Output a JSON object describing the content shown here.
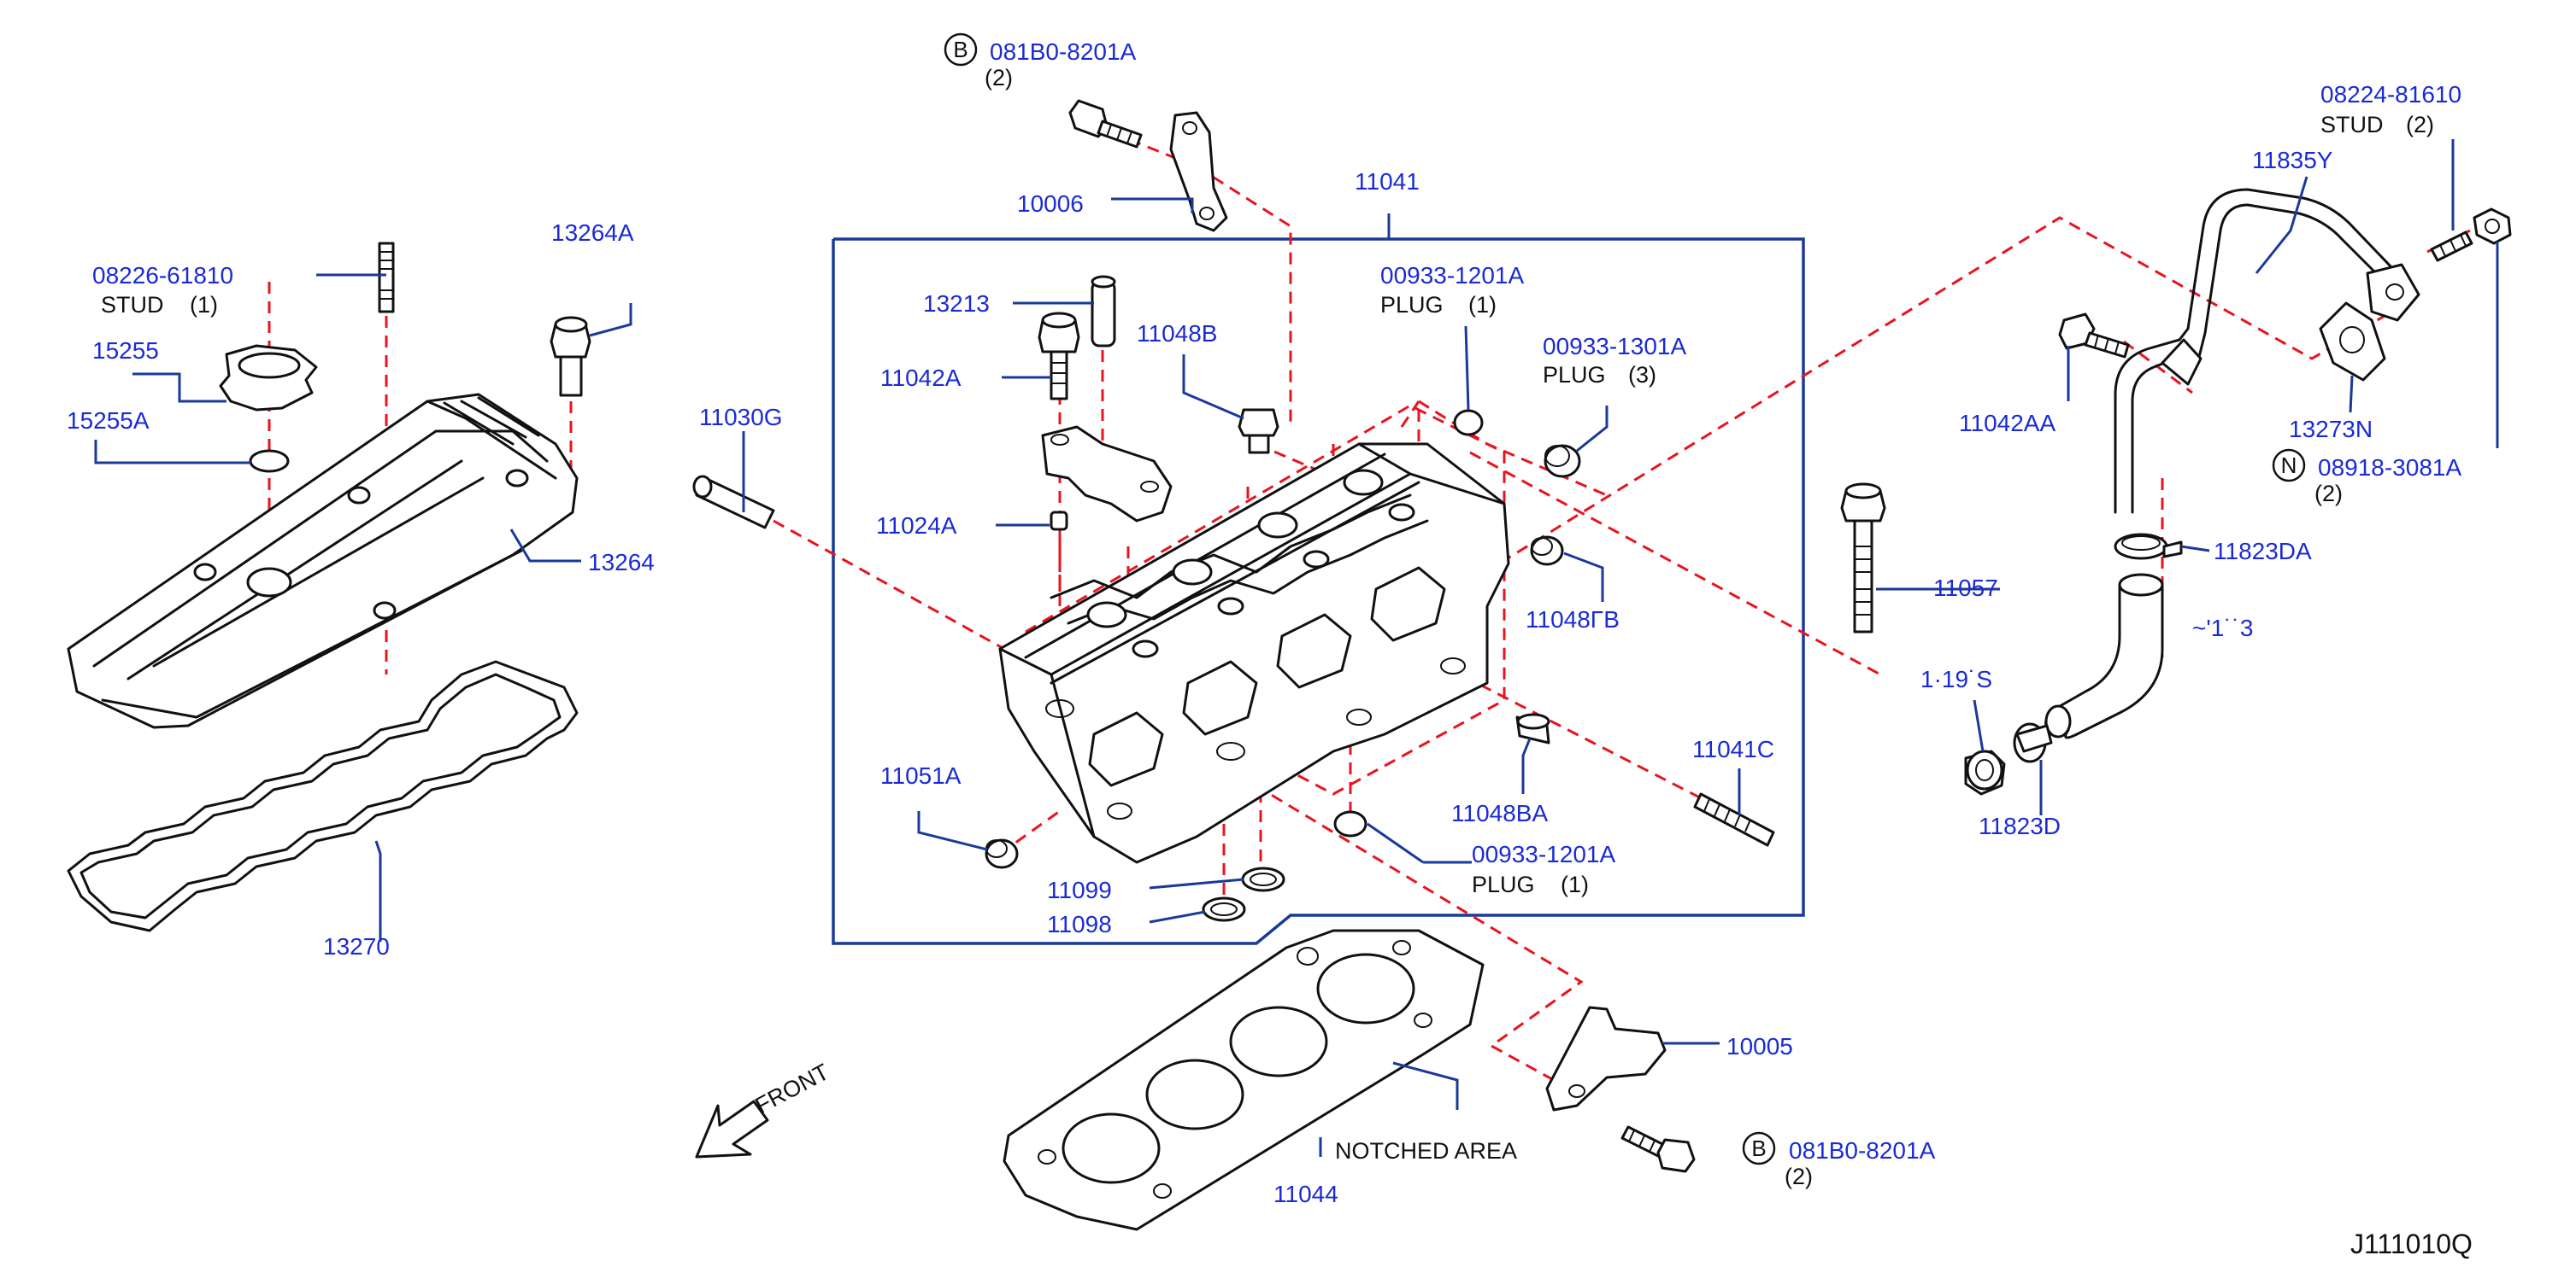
{
  "diagram_code": "J111010Q",
  "front_label": "FRONT",
  "notched_area_label": "NOTCHED   AREA",
  "callouts": {
    "c_081B0_top": {
      "badge": "B",
      "part": "081B0-8201A",
      "qty": "(2)"
    },
    "c_10006": {
      "part": "10006"
    },
    "c_11041": {
      "part": "11041"
    },
    "c_13213": {
      "part": "13213"
    },
    "c_11048B": {
      "part": "11048B"
    },
    "c_11042A": {
      "part": "11042A"
    },
    "c_00933_1201A_top": {
      "part": "00933-1201A",
      "desc": "PLUG",
      "qty": "(1)"
    },
    "c_00933_1301A": {
      "part": "00933-1301A",
      "desc": "PLUG",
      "qty": "(3)"
    },
    "c_11030G": {
      "part": "11030G"
    },
    "c_11024A": {
      "part": "11024A"
    },
    "c_11048FB": {
      "part": "11048ΓB"
    },
    "c_11051A": {
      "part": "11051A"
    },
    "c_11048BA": {
      "part": "11048BA"
    },
    "c_11041C": {
      "part": "11041C"
    },
    "c_00933_1201A_bot": {
      "part": "00933-1201A",
      "desc": "PLUG",
      "qty": "(1)"
    },
    "c_11099": {
      "part": "11099"
    },
    "c_11098": {
      "part": "11098"
    },
    "c_10005": {
      "part": "10005"
    },
    "c_081B0_bot": {
      "badge": "B",
      "part": "081B0-8201A",
      "qty": "(2)"
    },
    "c_11044": {
      "part": "11044"
    },
    "c_08226": {
      "part": "08226-61810",
      "desc": "STUD",
      "qty": "(1)"
    },
    "c_13264A": {
      "part": "13264A"
    },
    "c_15255": {
      "part": "15255"
    },
    "c_15255A": {
      "part": "15255A"
    },
    "c_13264": {
      "part": "13264"
    },
    "c_13270": {
      "part": "13270"
    },
    "c_08224": {
      "part": "08224-81610",
      "desc": "STUD",
      "qty": "(2)"
    },
    "c_11835Y": {
      "part": "11835Y"
    },
    "c_11042AA": {
      "part": "11042AA"
    },
    "c_13273N": {
      "part": "13273N"
    },
    "c_08918": {
      "badge": "N",
      "part": "08918-3081A",
      "qty": "(2)"
    },
    "c_11823DA": {
      "part": "11823DA"
    },
    "c_11057": {
      "part": "11057"
    },
    "c_1119S": {
      "part": "1·19˙S"
    },
    "c_11823D": {
      "part": "11823D"
    },
    "c_frag": {
      "part": "~'1˙˙3"
    }
  }
}
